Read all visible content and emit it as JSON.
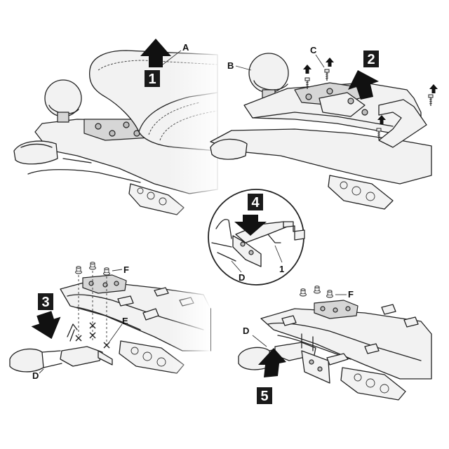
{
  "steps": {
    "s1": "1",
    "s2": "2",
    "s3": "3",
    "s4": "4",
    "s5": "5"
  },
  "callouts": {
    "A": "A",
    "B": "B",
    "C": "C",
    "D_step3": "D",
    "D_step4": "D",
    "D_step5": "D",
    "E": "E",
    "F_step3": "F",
    "F_step5": "F",
    "part1": "1"
  },
  "colors": {
    "ink": "#222222",
    "step_box": "#1a1a1a",
    "arrow": "#111111",
    "part_fill": "#f2f2f2",
    "accent_fill": "#d6d6d6"
  }
}
